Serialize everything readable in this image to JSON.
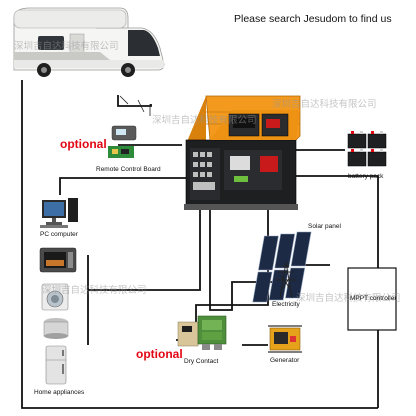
{
  "header": {
    "search_text": "Please search Jesudom to find us"
  },
  "watermark": {
    "text": "深圳吉自达科技有限公司"
  },
  "optional_label": "optional",
  "labels": {
    "remote_control_board": "Remote Control Board",
    "battery_pack": "battery pack",
    "pc_computer": "PC computer",
    "solar_panel": "Solar panel",
    "electricity": "Electricity",
    "mppt_controller": "MPPT controller",
    "dry_contact": "Dry Contact",
    "generator": "Generator",
    "home_appliances": "Home appliances"
  },
  "icons": {
    "motorhome": "motorhome-icon",
    "inverter": "inverter-icon",
    "battery": "battery-icon",
    "pc": "pc-computer-icon",
    "oven": "microwave-oven-icon",
    "washer": "washing-machine-icon",
    "pot": "cooking-pot-icon",
    "fridge": "refrigerator-icon",
    "solar": "solar-panel-icon",
    "pylon": "power-pylon-icon",
    "generator": "generator-icon",
    "relay": "dry-contact-relay-icon",
    "remote": "remote-control-board-icon"
  },
  "colors": {
    "inverter_orange": "#f39a1e",
    "accent_red": "#e30613",
    "wire": "#111111"
  }
}
